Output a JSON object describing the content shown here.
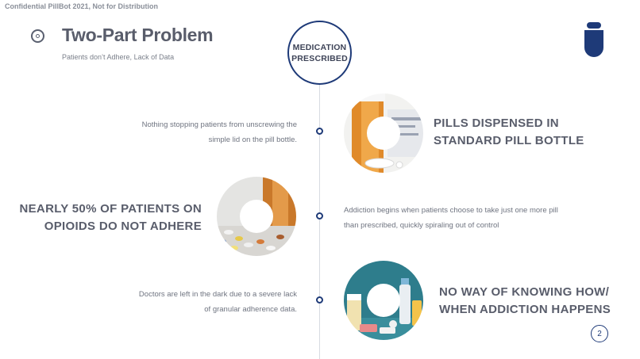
{
  "header": {
    "confidential": "Confidential PillBot 2021, Not for Distribution",
    "title": "Two-Part Problem",
    "subtitle": "Patients don’t Adhere,  Lack of Data"
  },
  "timeline": {
    "top_label_line1": "MEDICATION",
    "top_label_line2": "PRESCRIBED"
  },
  "rows": [
    {
      "heading_line1": "PILLS DISPENSED IN",
      "heading_line2": "STANDARD PILL BOTTLE",
      "text_line1": "Nothing stopping patients from unscrewing the",
      "text_line2": "simple lid on the pill bottle."
    },
    {
      "heading_line1": "NEARLY 50% OF PATIENTS ON",
      "heading_line2": "OPIOIDS DO NOT ADHERE",
      "text_line1": "Addiction begins when patients choose to take just one more pill",
      "text_line2": "than prescribed, quickly spiraling out of control"
    },
    {
      "heading_line1": "NO WAY OF KNOWING HOW/",
      "heading_line2": "WHEN ADDICTION HAPPENS",
      "text_line1": "Doctors are left in the dark due to a severe lack",
      "text_line2": "of granular adherence data."
    }
  ],
  "footer": {
    "page_number": "2"
  },
  "colors": {
    "accent": "#1e3a78",
    "text": "#595d6b",
    "timeline": "#d7dbe2"
  },
  "icons": {
    "title": "target-circle-icon",
    "logo": "pill-capsule-logo-icon"
  }
}
